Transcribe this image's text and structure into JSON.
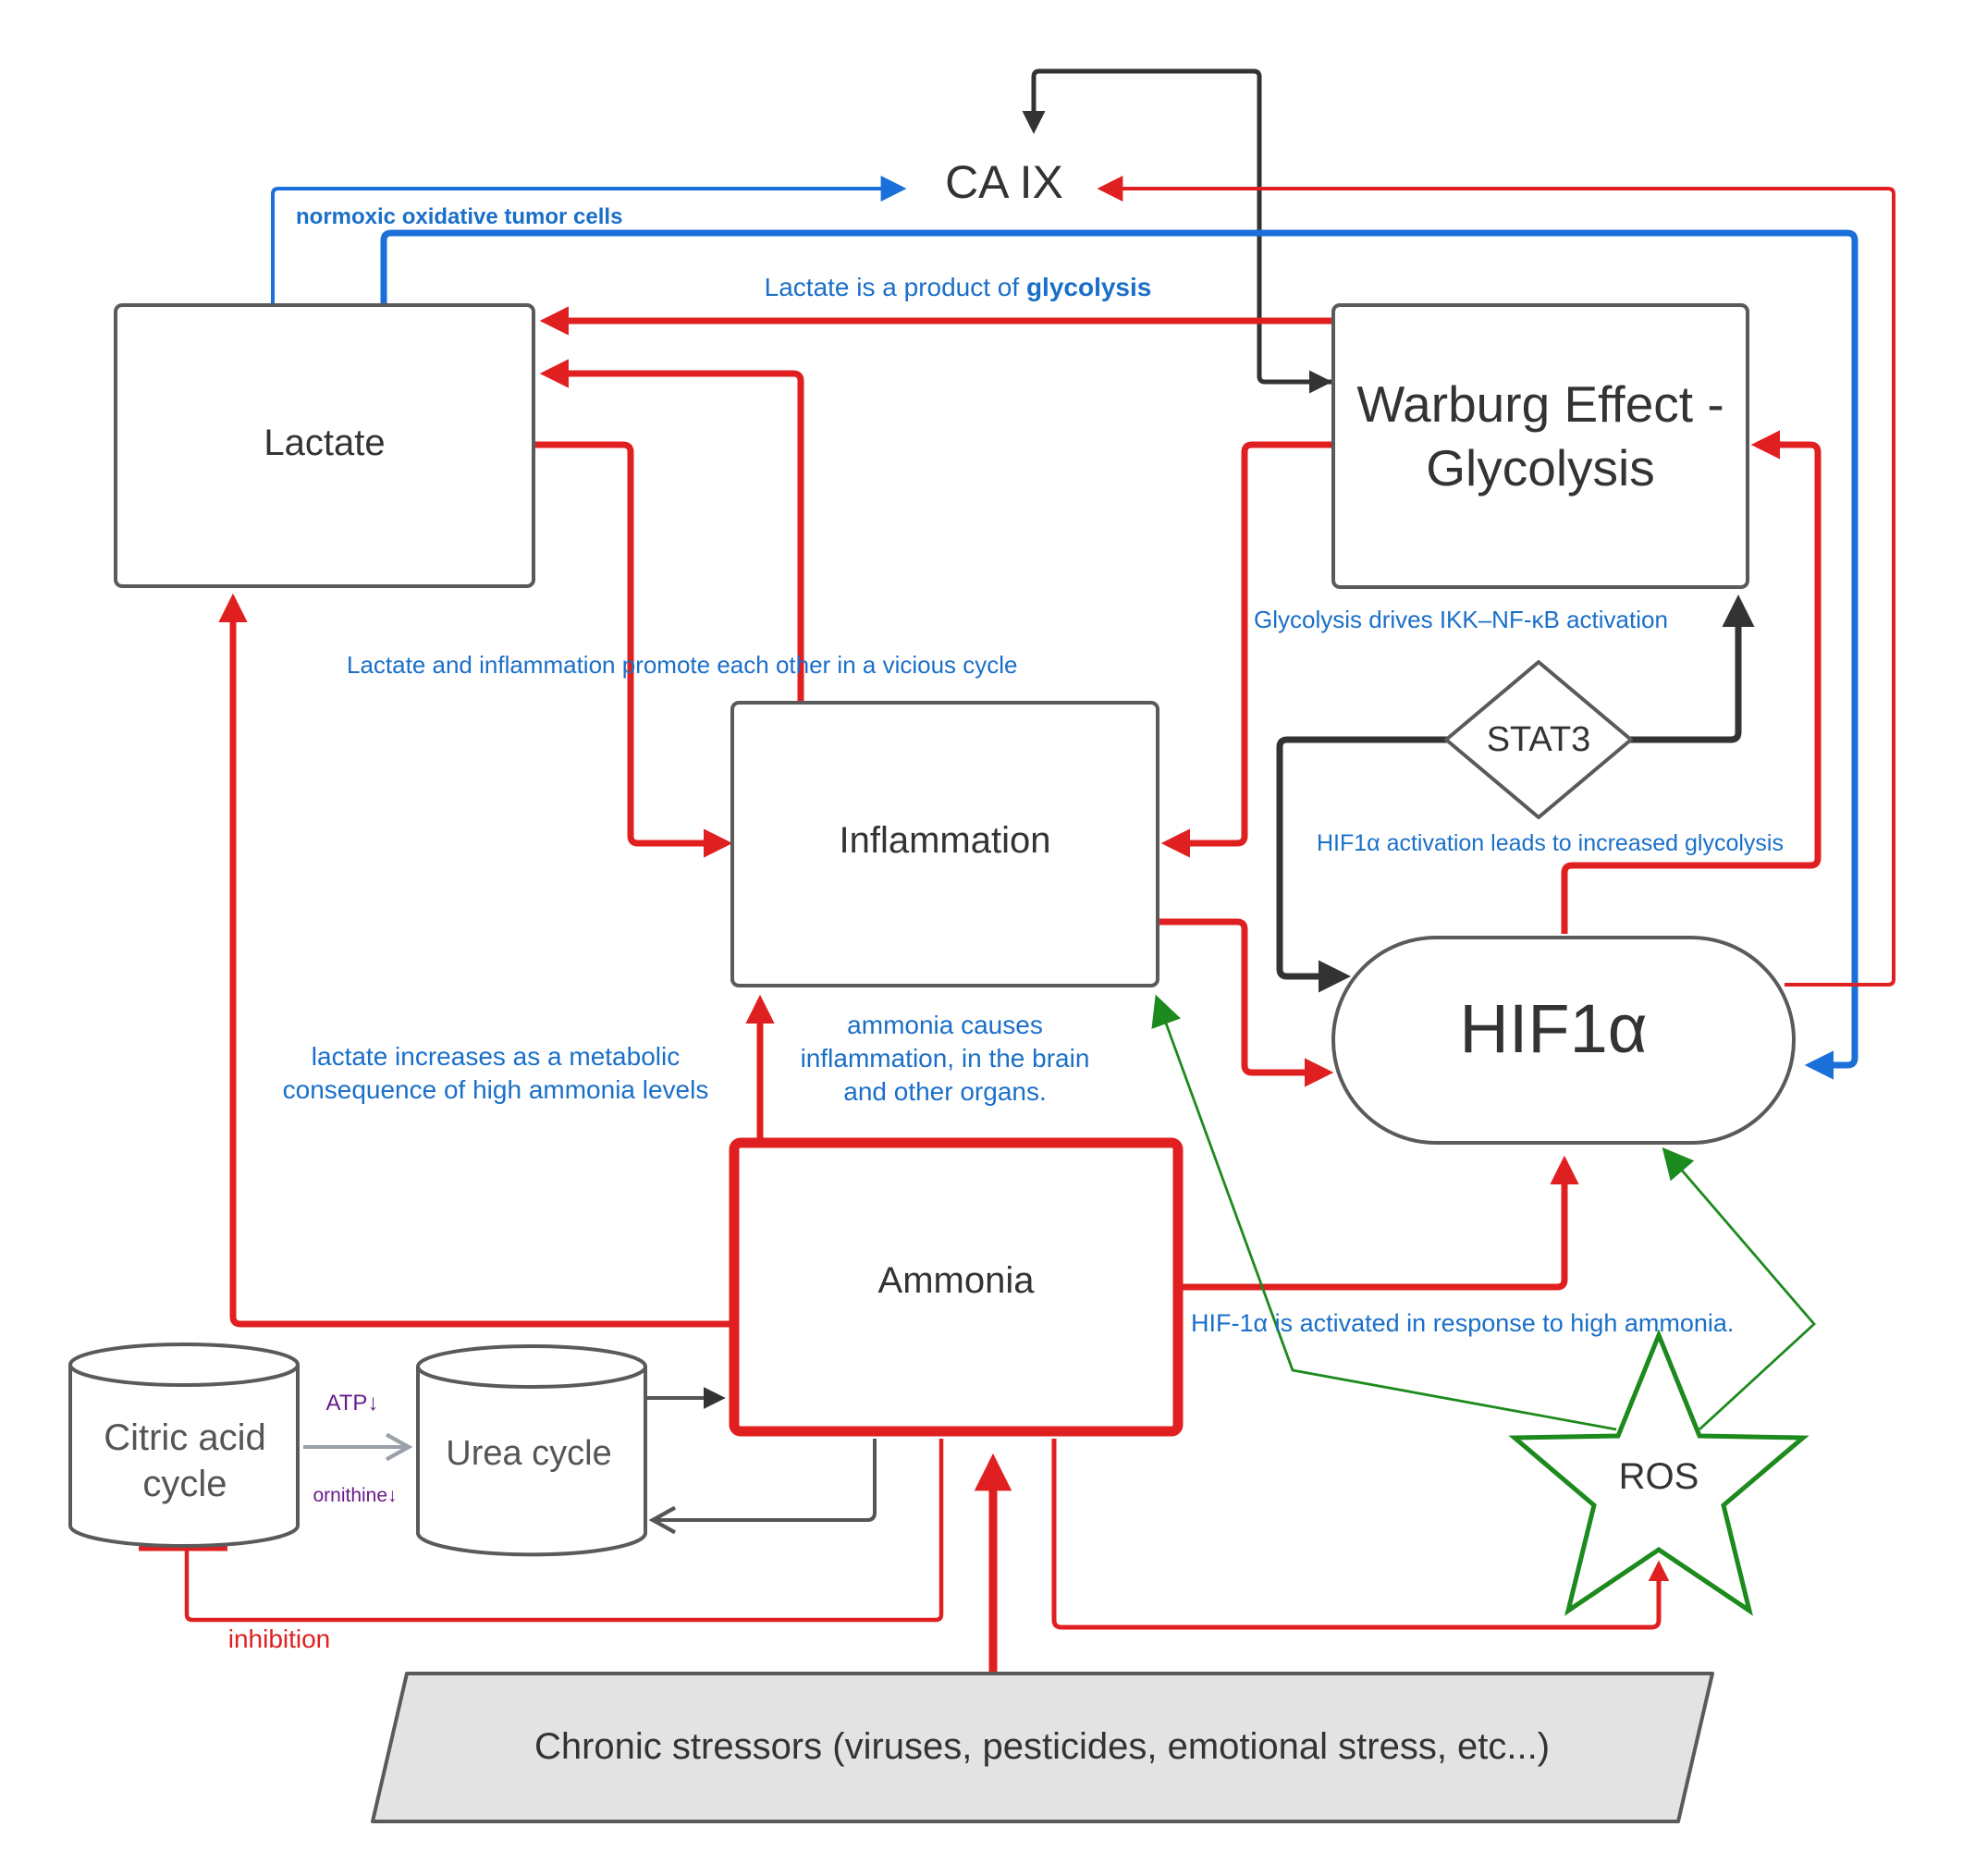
{
  "nodes": {
    "caix": "CA IX",
    "lactate": "Lactate",
    "warburg_line1": "Warburg Effect -",
    "warburg_line2": "Glycolysis",
    "inflammation": "Inflammation",
    "stat3": "STAT3",
    "hif1a": "HIF1α",
    "ammonia": "Ammonia",
    "citric_line1": "Citric acid",
    "citric_line2": "cycle",
    "urea": "Urea cycle",
    "ros": "ROS",
    "stressors": "Chronic stressors (viruses, pesticides, emotional stress, etc...)"
  },
  "annotations": {
    "normoxic": "normoxic oxidative tumor cells",
    "lactate_product_prefix": "Lactate is a product of",
    "lactate_product_bold": "glycolysis",
    "glycolysis_drives": "Glycolysis drives IKK–NF-κB activation",
    "vicious_cycle": "Lactate and inflammation promote each other in a vicious cycle",
    "hif1a_glycolysis": "HIF1α activation leads to increased glycolysis",
    "lactate_increases_line1": "lactate increases as a metabolic",
    "lactate_increases_line2": "consequence of high ammonia levels",
    "ammonia_causes_line1": "ammonia causes",
    "ammonia_causes_line2": "inflammation, in the brain",
    "ammonia_causes_line3": "and other organs.",
    "hif1a_activated": "HIF-1α is activated in response to high ammonia.",
    "atp": "ATP↓",
    "ornithine": "ornithine↓",
    "inhibition": "inhibition"
  },
  "colors": {
    "red": "#e02020",
    "blue": "#1a6fd9",
    "black": "#333333",
    "green": "#1c8a1c",
    "gray_arrow": "#9aa0a8",
    "box_stroke": "#5a5a5a",
    "stressor_fill": "#e3e3e3"
  }
}
